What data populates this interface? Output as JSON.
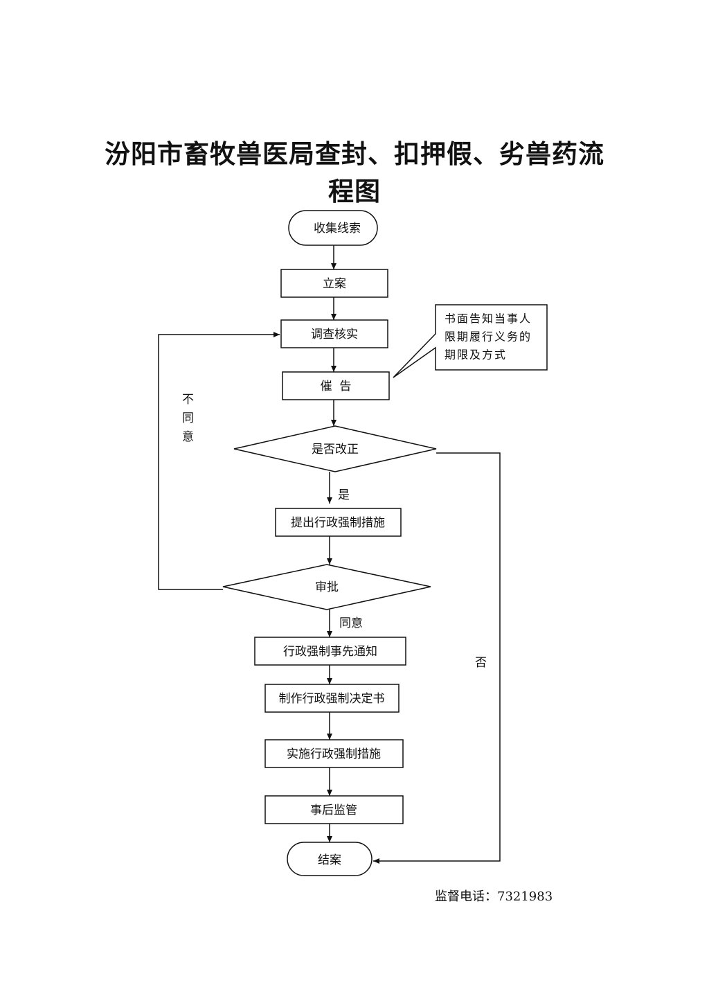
{
  "title": {
    "line1": "汾阳市畜牧兽医局查封、扣押假、劣兽药流",
    "line2": "程图"
  },
  "nodes": {
    "start": "收集线索",
    "register": "立案",
    "investigate": "调查核实",
    "urge": "催  告",
    "note": [
      "书面告知当事人",
      "限期履行义务的",
      "期限及方式"
    ],
    "corrected": "是否改正",
    "propose": "提出行政强制措施",
    "approve": "审批",
    "notice": "行政强制事先通知",
    "decision": "制作行政强制决定书",
    "implement": "实施行政强制措施",
    "supervise": "事后监管",
    "end": "结案"
  },
  "labels": {
    "yes": "是",
    "no": "否",
    "agree": "同意",
    "disagree": [
      "不",
      "同",
      "意"
    ]
  },
  "footer": "监督电话：7321983",
  "colors": {
    "line": "#111111",
    "background": "#ffffff"
  }
}
